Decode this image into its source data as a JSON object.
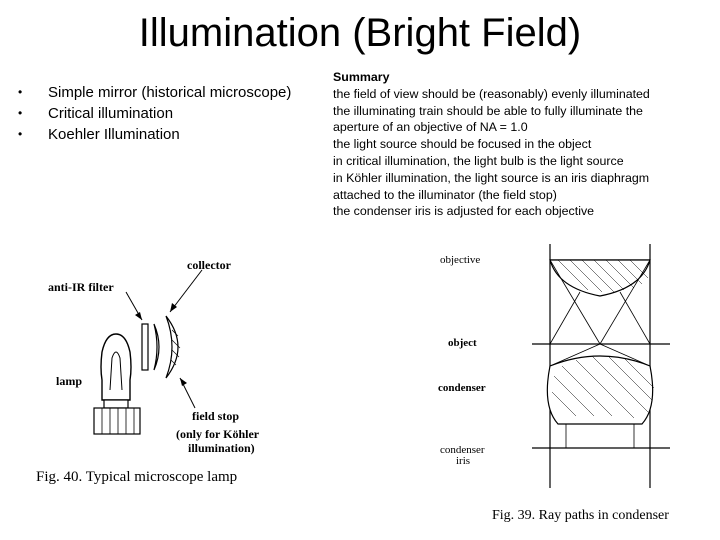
{
  "title": "Illumination (Bright Field)",
  "bullets": [
    "Simple mirror (historical microscope)",
    "Critical illumination",
    "Koehler Illumination"
  ],
  "summary": {
    "heading": "Summary",
    "lines": [
      "the field of view should be (reasonably) evenly illuminated",
      "the illuminating train should be able to fully illuminate the",
      "aperture of an objective of NA = 1.0",
      "the light source should be focused in the object",
      "in critical illumination, the light bulb is the light source",
      "in Köhler illumination, the light source is an iris diaphragm",
      "attached to the illuminator (the field stop)",
      "the condenser iris is adjusted for each objective"
    ]
  },
  "figure40": {
    "collector": "collector",
    "anti_ir": "anti-IR filter",
    "lamp": "lamp",
    "field_stop_1": "field stop",
    "field_stop_2": "(only for Köhler",
    "field_stop_3": "illumination)",
    "caption": "Fig. 40. Typical microscope lamp"
  },
  "figure39": {
    "objective": "objective",
    "object": "object",
    "condenser": "condenser",
    "condenser_iris_1": "condenser",
    "condenser_iris_2": "iris",
    "caption": "Fig. 39. Ray paths in condenser"
  }
}
